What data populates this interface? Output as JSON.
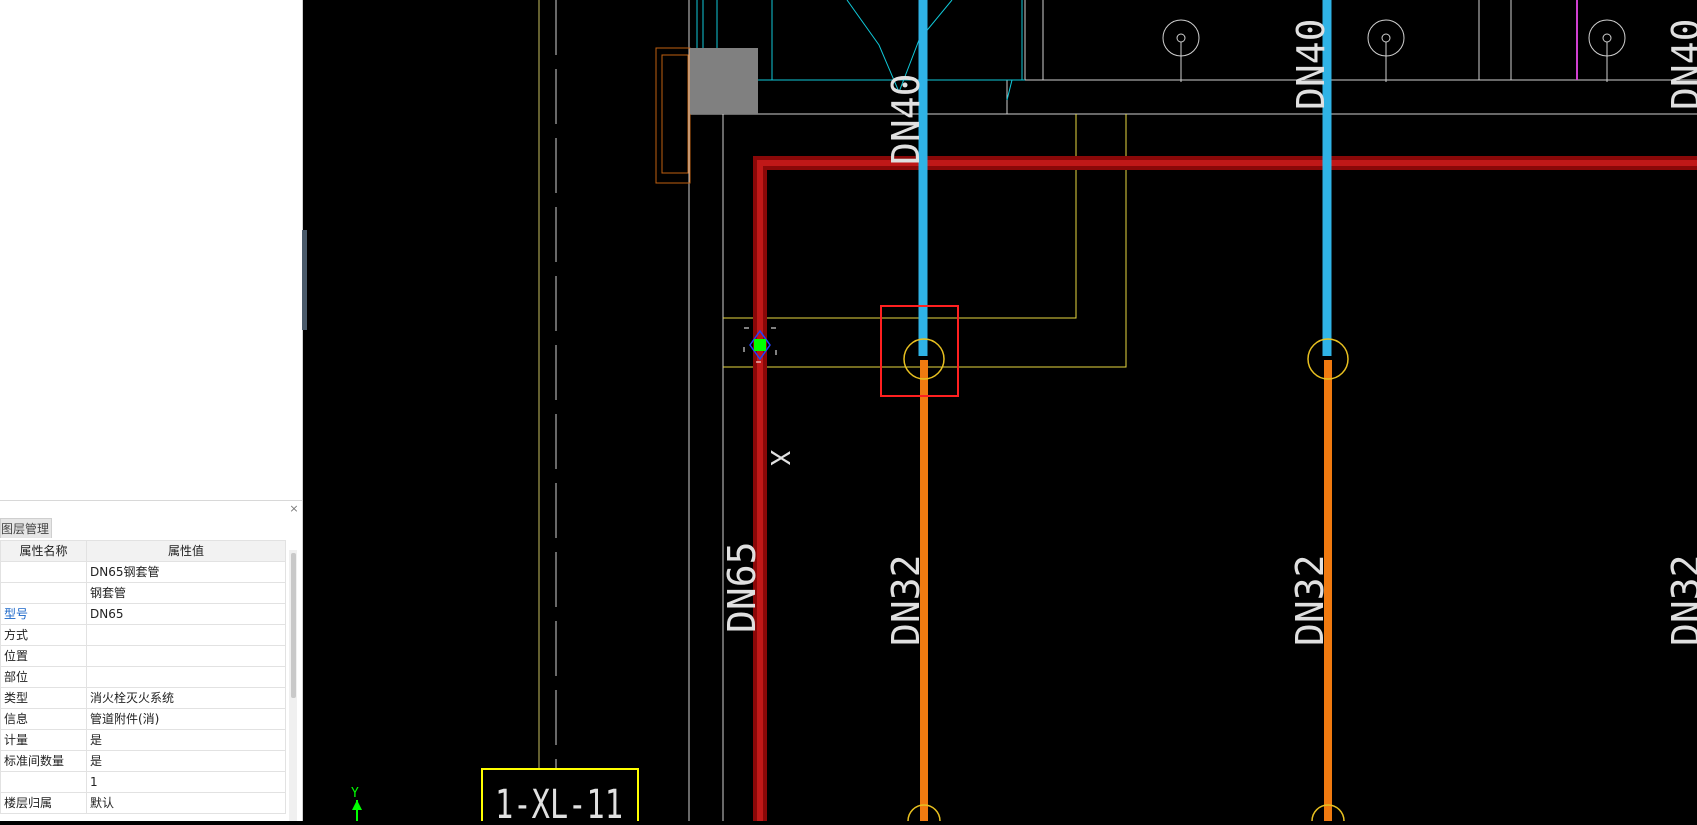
{
  "panel": {
    "tab_label": "图层管理",
    "close_glyph": "×",
    "header": {
      "name": "属性名称",
      "value": "属性值"
    },
    "rows": [
      {
        "name": "",
        "value": "DN65钢套管",
        "link": false
      },
      {
        "name": "",
        "value": "钢套管",
        "link": false
      },
      {
        "name": "型号",
        "value": "DN65",
        "link": true
      },
      {
        "name": "方式",
        "value": "",
        "link": false
      },
      {
        "name": "位置",
        "value": "",
        "link": false
      },
      {
        "name": "部位",
        "value": "",
        "link": false
      },
      {
        "name": "类型",
        "value": "消火栓灭火系统",
        "link": false
      },
      {
        "name": "信息",
        "value": "管道附件(消)",
        "link": false
      },
      {
        "name": "计量",
        "value": "是",
        "link": false
      },
      {
        "name": "标准间数量",
        "value": "是",
        "link": false
      },
      {
        "name": "",
        "value": "1",
        "link": false
      },
      {
        "name": "楼层归属",
        "value": "默认",
        "link": false
      }
    ]
  },
  "drawing": {
    "labels": {
      "dn40_a": "DN40",
      "dn40_b": "DN40",
      "dn40_c": "DN40",
      "dn65": "DN65",
      "dn32_a": "DN32",
      "dn32_b": "DN32",
      "dn32_c": "DN32",
      "riser_tag": "1-XL-11",
      "x_mark": "X",
      "axis_y": "Y"
    },
    "colors": {
      "red_pipe": "#b01010",
      "blue_pipe": "#2fb3e6",
      "orange_pipe": "#f07a10",
      "yellow_line": "#e8d840",
      "cyan_line": "#10c8d8",
      "white_line": "#e0e0e0",
      "selection": "#ff2020",
      "grip_green": "#00ff00",
      "tag_border": "#ffff00"
    }
  }
}
